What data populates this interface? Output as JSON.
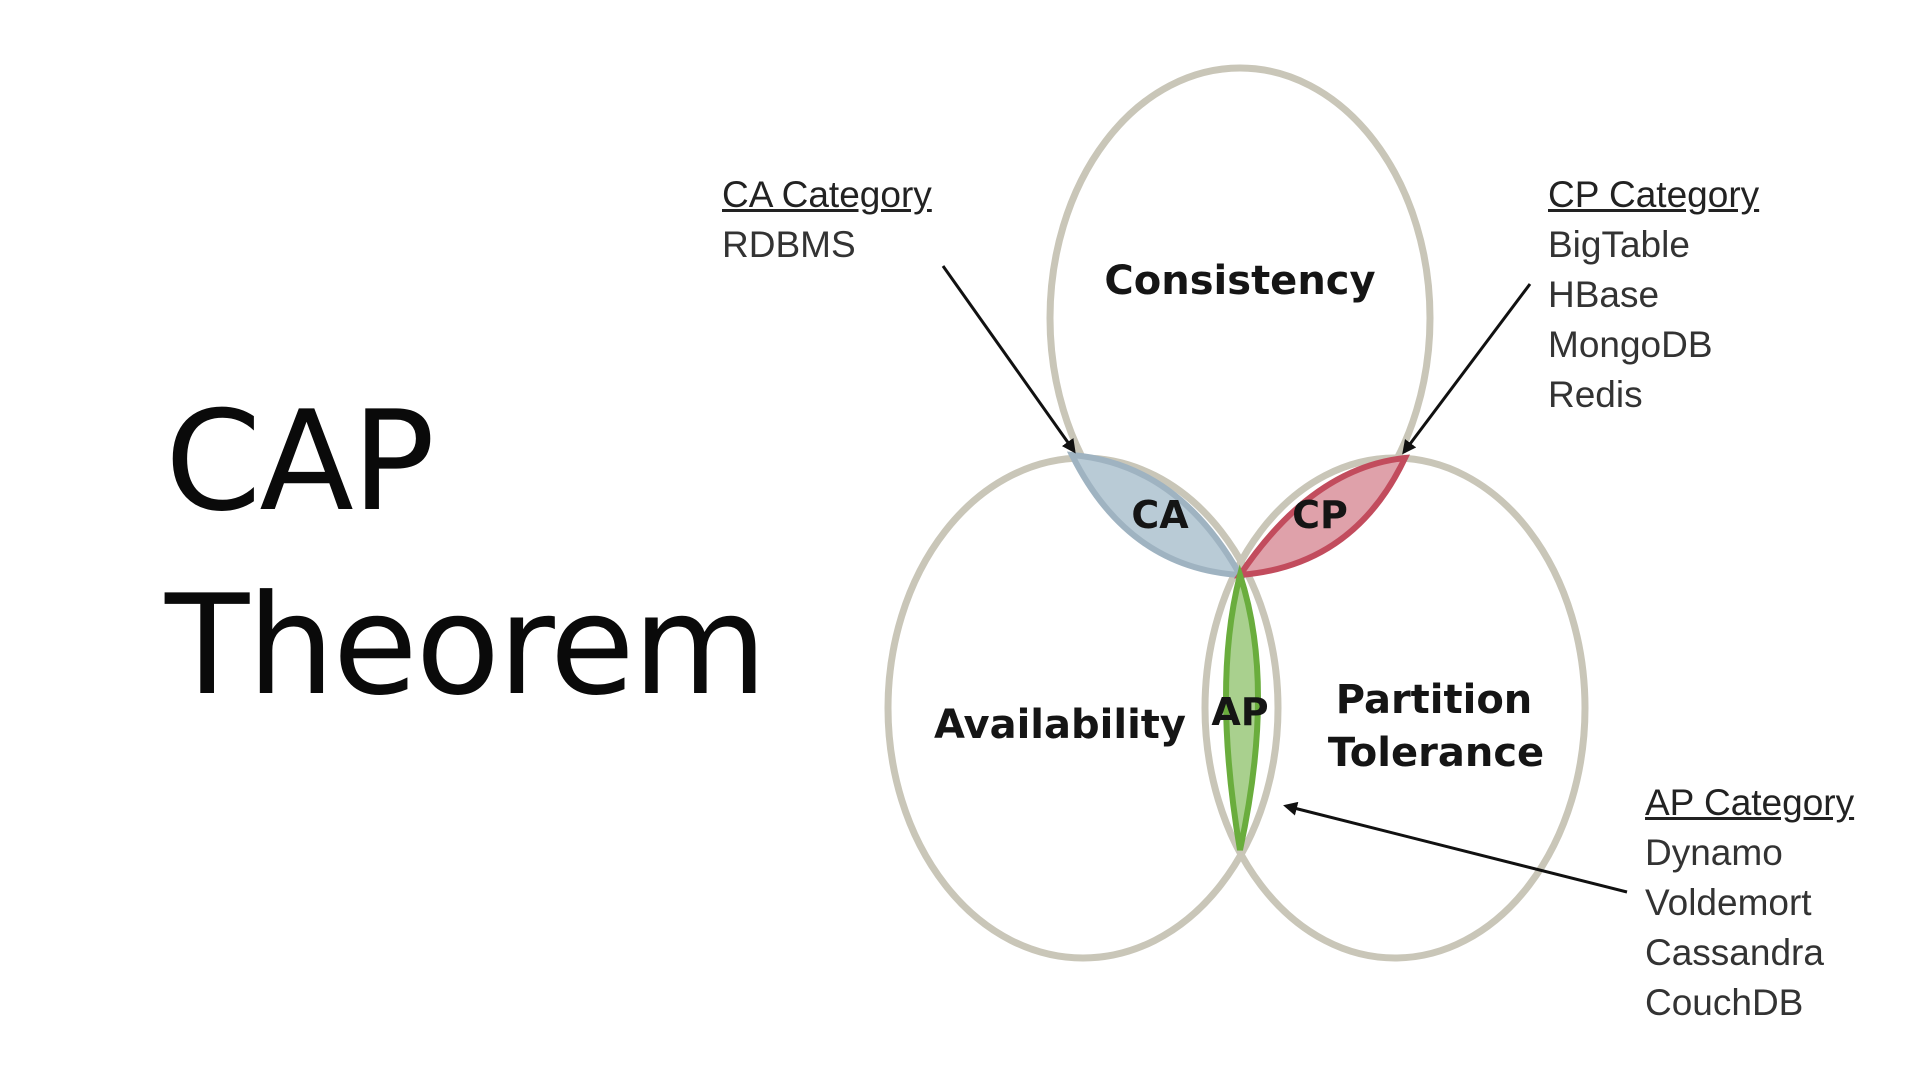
{
  "title": {
    "line1": "CAP",
    "line2": "Theorem"
  },
  "circles": {
    "consistency": "Consistency",
    "availability": "Availability",
    "partition_line1": "Partition",
    "partition_line2": "Tolerance"
  },
  "intersections": {
    "ca": "CA",
    "cp": "CP",
    "ap": "AP"
  },
  "categories": {
    "ca": {
      "title": "CA Category",
      "items": [
        "RDBMS"
      ]
    },
    "cp": {
      "title": "CP Category",
      "items": [
        "BigTable",
        "HBase",
        "MongoDB",
        "Redis"
      ]
    },
    "ap": {
      "title": "AP Category",
      "items": [
        "Dynamo",
        "Voldemort",
        "Cassandra",
        "CouchDB"
      ]
    }
  },
  "colors": {
    "circle_stroke": "#c9c6b8",
    "ca_fill": "#b9cbd6",
    "ca_stroke": "#9fb3c1",
    "cp_fill": "#dfa1aa",
    "cp_stroke": "#c24c5d",
    "ap_fill": "#a9d08e",
    "ap_stroke": "#6aad3d"
  }
}
